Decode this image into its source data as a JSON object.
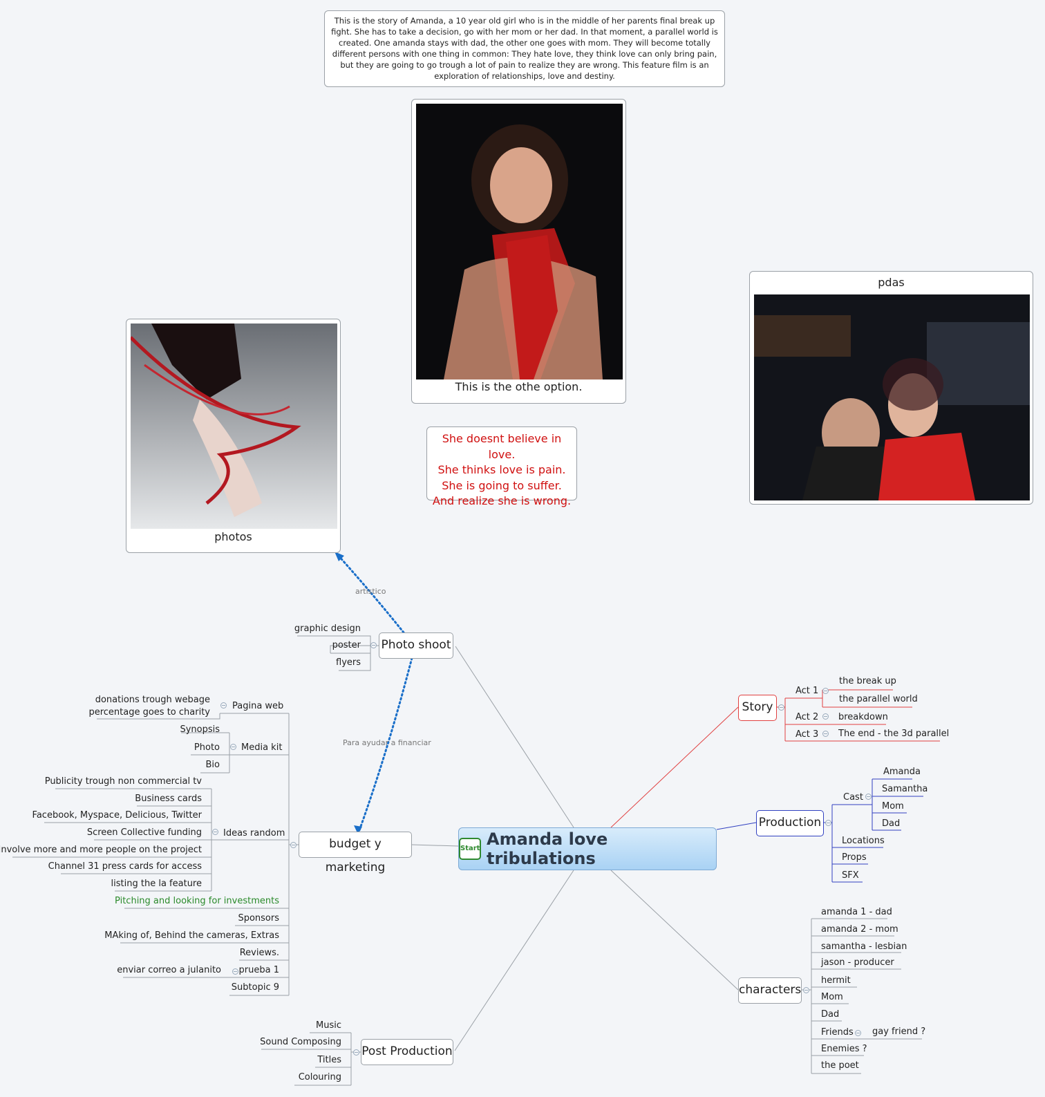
{
  "summary": "This is the story of Amanda, a 10 year old girl who is in the middle of her parents final break up fight. She has to take a decision, go with her mom or her dad. In that moment, a parallel world is created. One amanda stays with dad, the other one goes with mom. They will become totally different persons with one thing in common: They hate love, they think love can only bring pain, but they  are going to go trough a lot of pain to realize they are wrong. This feature film is an exploration of relationships, love and destiny.",
  "photo_captions": {
    "center": "This is the othe option.",
    "left": "photos",
    "right": "pdas"
  },
  "love_note": [
    "She doesnt believe in love.",
    "She thinks love is pain.",
    "She is going to suffer.",
    "And realize she is wrong."
  ],
  "central": {
    "icon_label": "Start",
    "title": "Amanda love tribulations"
  },
  "relationships": {
    "artistic": "artistico",
    "financing": "Para ayudar a financiar"
  },
  "photo_shoot": {
    "label": "Photo shoot",
    "children": [
      "graphic design",
      "poster",
      "flyers"
    ]
  },
  "budget": {
    "label": "budget y marketing",
    "pagina_web": {
      "label": "Pagina web",
      "child_lines": [
        "donations trough webage",
        "percentage goes to charity"
      ]
    },
    "media_kit": {
      "label": "Media kit",
      "children": [
        "Synopsis",
        "Photo",
        "Bio"
      ]
    },
    "ideas_random": {
      "label": "Ideas random",
      "children": [
        "Publicity trough non commercial tv",
        "Business cards",
        "Facebook, Myspace, Delicious, Twitter",
        "Screen Collective funding",
        "Involve more and more people on the project",
        "Channel 31 press cards for access",
        "listing the la feature"
      ]
    },
    "pitching": "Pitching and looking for investments",
    "sponsors": "Sponsors",
    "making_of": "MAking of, Behind the cameras, Extras",
    "reviews": "Reviews.",
    "prueba": {
      "label": "prueba 1",
      "child": "enviar correo a julanito"
    },
    "subtopic": "Subtopic 9"
  },
  "post_production": {
    "label": "Post Production",
    "children": [
      "Music",
      "Sound Composing",
      "Titles",
      "Colouring"
    ]
  },
  "story": {
    "label": "Story",
    "act1": {
      "label": "Act 1",
      "children": [
        "the break up",
        "the parallel world"
      ]
    },
    "act2": {
      "label": "Act 2",
      "child": "breakdown"
    },
    "act3": {
      "label": "Act 3",
      "child": "The end  - the 3d parallel"
    }
  },
  "production": {
    "label": "Production",
    "cast": {
      "label": "Cast",
      "children": [
        "Amanda",
        "Samantha",
        "Mom",
        "Dad"
      ]
    },
    "others": [
      "Locations",
      "Props",
      "SFX"
    ]
  },
  "characters": {
    "label": "characters",
    "children": [
      "amanda 1 - dad",
      "amanda 2 - mom",
      "samantha - lesbian",
      "jason - producer",
      "hermit",
      "Mom",
      "Dad",
      "Friends",
      "Enemies ?",
      "the poet"
    ],
    "friends_child": "gay friend ?"
  },
  "colors": {
    "story": "#e04040",
    "production": "#3040c0",
    "pitching": "#2a8a2a",
    "relationship": "#1a6fc9",
    "note": "#d01010"
  }
}
